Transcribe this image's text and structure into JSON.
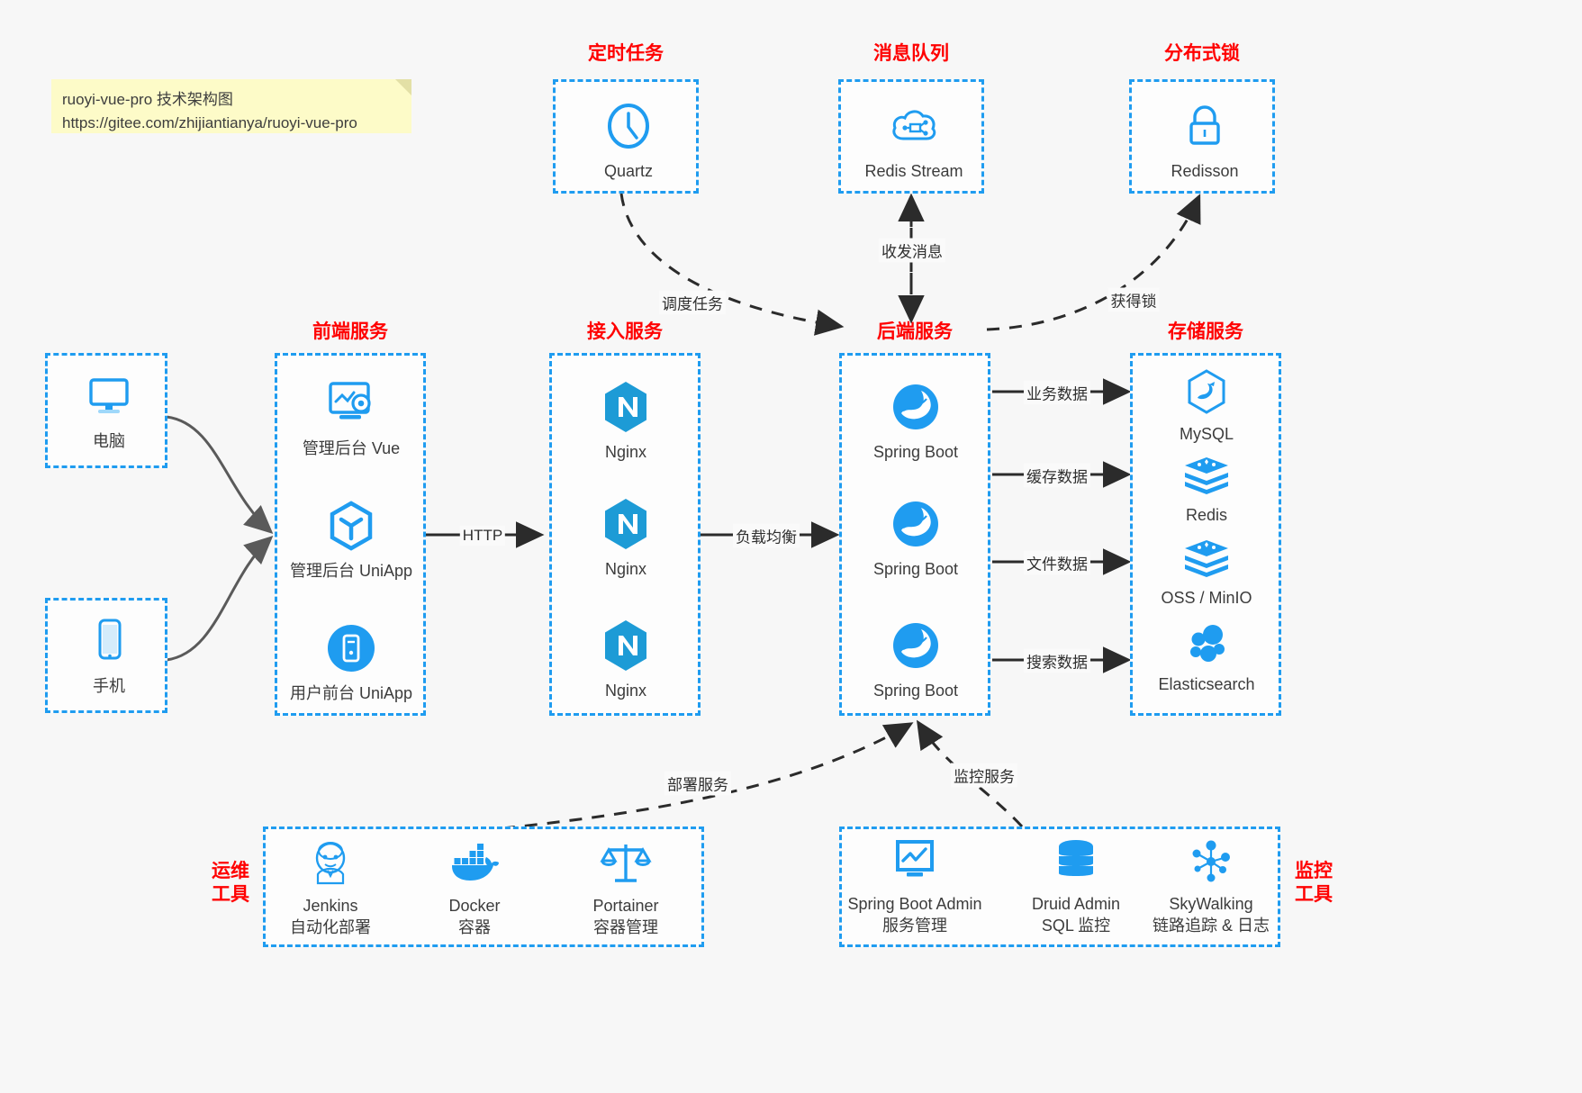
{
  "note": {
    "line1": "ruoyi-vue-pro 技术架构图",
    "line2": "https://gitee.com/zhijiantianya/ruoyi-vue-pro"
  },
  "colors": {
    "accent": "#1f9cf0",
    "title": "#ff0000",
    "text": "#3c3c3c",
    "arrow": "#2b2b2b",
    "background": "#f7f7f7",
    "note_bg": "#fdfbc8"
  },
  "groups": {
    "scheduler": {
      "title": "定时任务",
      "items": [
        {
          "icon": "clock-icon",
          "label": "Quartz"
        }
      ]
    },
    "mq": {
      "title": "消息队列",
      "items": [
        {
          "icon": "cloud-stream-icon",
          "label": "Redis Stream"
        }
      ]
    },
    "lock": {
      "title": "分布式锁",
      "items": [
        {
          "icon": "lock-icon",
          "label": "Redisson"
        }
      ]
    },
    "clients": {
      "items": [
        {
          "icon": "desktop-icon",
          "label": "电脑"
        },
        {
          "icon": "phone-icon",
          "label": "手机"
        }
      ]
    },
    "frontend": {
      "title": "前端服务",
      "items": [
        {
          "icon": "dashboard-gear-icon",
          "label": "管理后台 Vue"
        },
        {
          "icon": "uniapp-cube-icon",
          "label": "管理后台 UniApp"
        },
        {
          "icon": "mobile-app-icon",
          "label": "用户前台 UniApp"
        }
      ]
    },
    "gateway": {
      "title": "接入服务",
      "items": [
        {
          "icon": "nginx-icon",
          "label": "Nginx"
        },
        {
          "icon": "nginx-icon",
          "label": "Nginx"
        },
        {
          "icon": "nginx-icon",
          "label": "Nginx"
        }
      ]
    },
    "backend": {
      "title": "后端服务",
      "items": [
        {
          "icon": "spring-boot-icon",
          "label": "Spring Boot"
        },
        {
          "icon": "spring-boot-icon",
          "label": "Spring Boot"
        },
        {
          "icon": "spring-boot-icon",
          "label": "Spring Boot"
        }
      ]
    },
    "storage": {
      "title": "存储服务",
      "items": [
        {
          "icon": "mysql-icon",
          "label": "MySQL"
        },
        {
          "icon": "redis-icon",
          "label": "Redis"
        },
        {
          "icon": "oss-icon",
          "label": "OSS / MinIO"
        },
        {
          "icon": "elasticsearch-icon",
          "label": "Elasticsearch"
        }
      ]
    },
    "devops": {
      "title": "运维\n工具",
      "title_line1": "运维",
      "title_line2": "工具",
      "items": [
        {
          "icon": "jenkins-icon",
          "label": "Jenkins",
          "sublabel": "自动化部署"
        },
        {
          "icon": "docker-icon",
          "label": "Docker",
          "sublabel": "容器"
        },
        {
          "icon": "portainer-icon",
          "label": "Portainer",
          "sublabel": "容器管理"
        }
      ]
    },
    "monitor": {
      "title_line1": "监控",
      "title_line2": "工具",
      "items": [
        {
          "icon": "spring-boot-admin-icon",
          "label": "Spring Boot Admin",
          "sublabel": "服务管理"
        },
        {
          "icon": "druid-db-icon",
          "label": "Druid Admin",
          "sublabel": "SQL 监控"
        },
        {
          "icon": "skywalking-icon",
          "label": "SkyWalking",
          "sublabel": "链路追踪 & 日志"
        }
      ]
    }
  },
  "edges": [
    {
      "id": "edge-http",
      "label": "HTTP"
    },
    {
      "id": "edge-loadbalance",
      "label": "负载均衡"
    },
    {
      "id": "edge-schedule-task",
      "label": "调度任务"
    },
    {
      "id": "edge-send-receive-message",
      "label": "收发消息"
    },
    {
      "id": "edge-acquire-lock",
      "label": "获得锁"
    },
    {
      "id": "edge-business-data",
      "label": "业务数据"
    },
    {
      "id": "edge-cache-data",
      "label": "缓存数据"
    },
    {
      "id": "edge-file-data",
      "label": "文件数据"
    },
    {
      "id": "edge-search-data",
      "label": "搜索数据"
    },
    {
      "id": "edge-deploy-service",
      "label": "部署服务"
    },
    {
      "id": "edge-monitor-service",
      "label": "监控服务"
    }
  ]
}
